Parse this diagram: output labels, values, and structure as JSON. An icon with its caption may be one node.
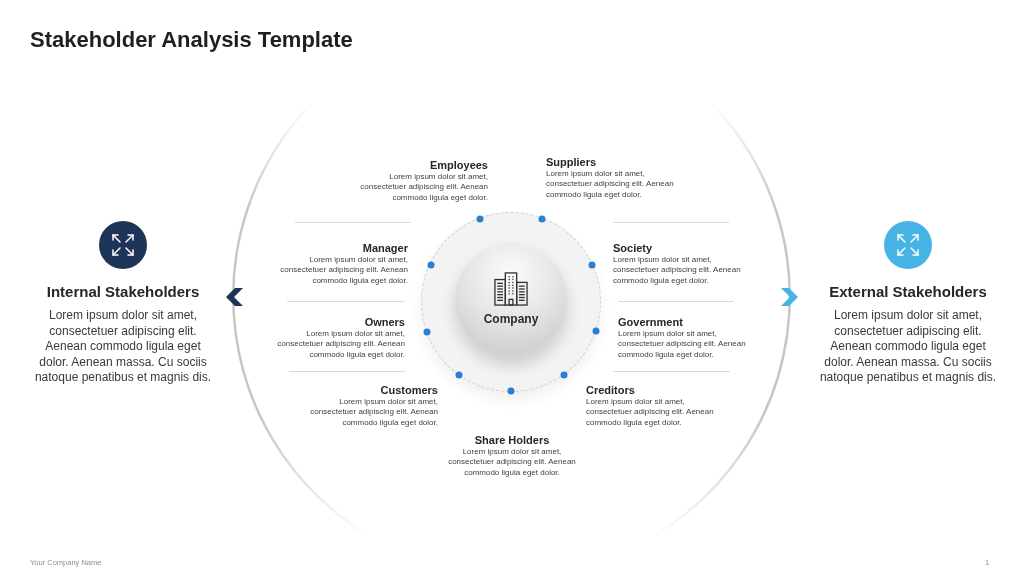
{
  "diagram": {
    "title": "Stakeholder Analysis Template",
    "nodes": [
      {
        "text": [],
        "shape": "circle"
      },
      {
        "text": [
          "Company"
        ],
        "in": 0
      }
    ],
    "labels": [
      "Internal Stakeholders",
      "Lorem ipsum dolor sit amet, consectetuer adipiscing elit. Aenean commodo ligula eget dolor. Aenean massa. Cu sociis natoque penatibus et magnis dis.",
      "Employees",
      "Lorem ipsum dolor sit amet, consectetuer adipiscing elit. Aenean commodo ligula eget dolor.",
      "Suppliers",
      "Lorem ipsum dolor sit amet, consectetuer adipiscing elit. Aenean commodo ligula eget dolor.",
      "Manager",
      "Lorem ipsum dolor sit amet, consectetuer adipiscing elit. Aenean commodo ligula eget dolor.",
      "Society",
      "Lorem ipsum dolor sit amet, consectetuer adipiscing elit. Aenean commodo ligula eget dolor.",
      "Owners",
      "Lorem ipsum dolor sit amet, consectetuer adipiscing elit. Aenean commodo ligula eget dolor.",
      "Government",
      "Lorem ipsum dolor sit amet, consectetuer adipiscing elit. Aenean commodo ligula eget dolor.",
      "Customers",
      "Lorem ipsum dolor sit amet, consectetuer adipiscing elit. Aenean commodo ligula eget dolor.",
      "Creditors",
      "Lorem ipsum dolor sit amet, consectetuer adipiscing elit. Aenean commodo ligula eget dolor.",
      "Share Holders",
      "Lorem ipsum dolor sit amet, consectetuer adipiscing elit. Aenean commodo ligula eget dolor.",
      "External Stakeholders",
      "Lorem ipsum dolor sit amet, consectetuer adipiscing elit. Aenean commodo ligula eget dolor. Aenean massa. Cu sociis natoque penatibus et magnis dis.",
      "Your Company Name",
      "1"
    ]
  }
}
